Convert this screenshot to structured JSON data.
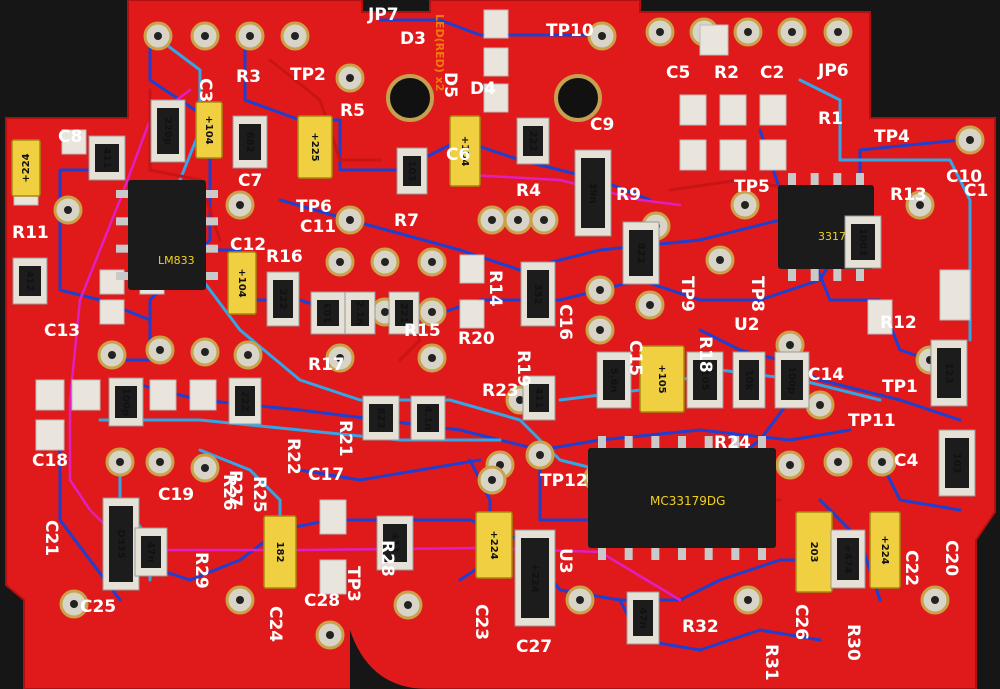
{
  "board": {
    "colors": {
      "pcb": "#e01a1a",
      "silk": "#ffffff",
      "trace_blue": "#1e3fd0",
      "trace_cyan": "#34a6e8",
      "trace_magenta": "#e01fc0",
      "trace_red": "#c81414",
      "pad": "#e9e4dc",
      "ic": "#1b1b1b",
      "cap": "#f0d040"
    },
    "ics": [
      {
        "id": "u-lm833",
        "label": "LM833"
      },
      {
        "id": "u-33178",
        "label": "33178"
      },
      {
        "id": "u-mc33179",
        "label": "MC33179DG"
      }
    ],
    "silkscreen": [
      "JP7",
      "D3",
      "D5",
      "D4",
      "TP10",
      "C5",
      "R2",
      "C2",
      "JP6",
      "R1",
      "TP4",
      "C9",
      "R5",
      "R3",
      "C3",
      "TP2",
      "C8",
      "R11",
      "C12",
      "C7",
      "TP6",
      "R16",
      "R7",
      "R4",
      "C6",
      "R14",
      "C11",
      "R15",
      "R17",
      "R20",
      "C16",
      "C15",
      "R19",
      "TP9",
      "TP5",
      "TP8",
      "R12",
      "C13",
      "R18",
      "U2",
      "C14",
      "TP11",
      "C10",
      "C1",
      "TP1",
      "R21",
      "R22",
      "R23",
      "R24",
      "R25",
      "C17",
      "R26",
      "R27",
      "C18",
      "C19",
      "C21",
      "R29",
      "C25",
      "C24",
      "C28",
      "TP3",
      "R28",
      "C23",
      "TP12",
      "U3",
      "C27",
      "R32",
      "C26",
      "R31",
      "R30",
      "C22",
      "C20",
      "C4",
      "R9",
      "R13"
    ],
    "component_markings": [
      "+224",
      "+104",
      "220p",
      "682",
      "+225",
      "+1D4",
      "39n",
      "412",
      "+104",
      "222",
      "103",
      "2.1n",
      "221",
      "352",
      "100p",
      "222",
      "4.1n",
      "5.6n",
      "+105",
      "105",
      "10k",
      "100p",
      "103",
      "D335",
      "47n",
      "182",
      "+224",
      "+224",
      "47n",
      "203",
      "+224",
      "+474",
      "411",
      "411",
      "823",
      "123",
      "822",
      "1003",
      "411",
      "222",
      "103"
    ],
    "led_label": "LED(RED) x2"
  }
}
